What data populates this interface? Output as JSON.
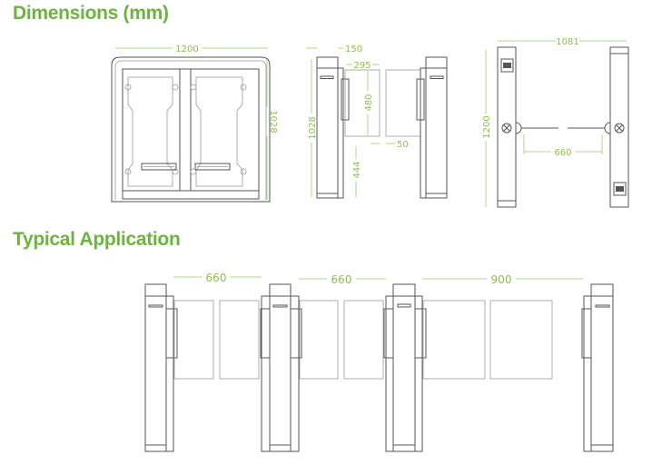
{
  "headings": {
    "dimensions": "Dimensions (mm)",
    "typical_application": "Typical Application"
  },
  "front_view": {
    "width": "1200",
    "height": "1028"
  },
  "side_view": {
    "post_width": "150",
    "panel_width": "295",
    "panel_height": "480",
    "total_height": "1028",
    "floor_gap": "444",
    "gap": "50"
  },
  "top_view": {
    "length": "1081",
    "width": "1200",
    "passage": "660"
  },
  "application": {
    "lanes": [
      "660",
      "660",
      "900"
    ]
  },
  "colors": {
    "heading": "#6cb33f",
    "dimension": "#8cc152",
    "line": "#555555"
  }
}
